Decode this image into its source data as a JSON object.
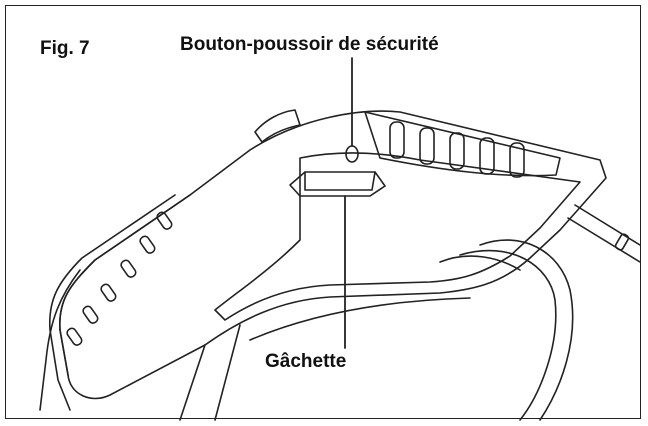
{
  "figure": {
    "label": "Fig. 7",
    "callouts": {
      "safety_button": "Bouton-poussoir de sécurité",
      "trigger": "Gâchette"
    }
  }
}
